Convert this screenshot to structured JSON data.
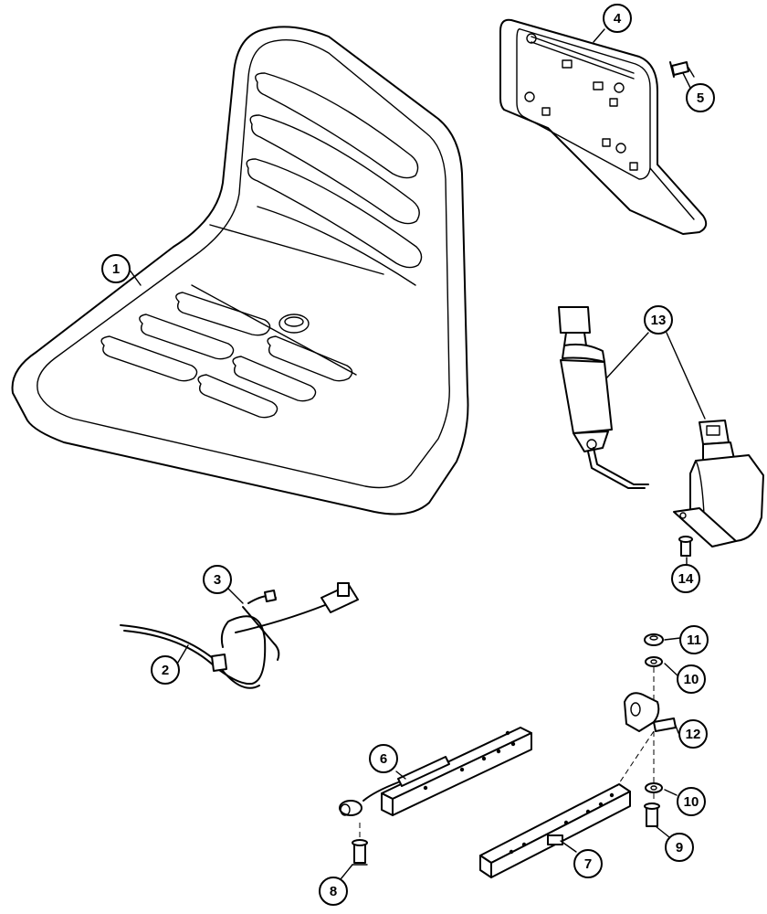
{
  "callouts": [
    {
      "id": "1",
      "label": "1"
    },
    {
      "id": "2",
      "label": "2"
    },
    {
      "id": "3",
      "label": "3"
    },
    {
      "id": "4",
      "label": "4"
    },
    {
      "id": "5",
      "label": "5"
    },
    {
      "id": "6",
      "label": "6"
    },
    {
      "id": "7",
      "label": "7"
    },
    {
      "id": "8",
      "label": "8"
    },
    {
      "id": "9",
      "label": "9"
    },
    {
      "id": "10a",
      "label": "10"
    },
    {
      "id": "10b",
      "label": "10"
    },
    {
      "id": "11",
      "label": "11"
    },
    {
      "id": "12",
      "label": "12"
    },
    {
      "id": "13",
      "label": "13"
    },
    {
      "id": "14",
      "label": "14"
    }
  ]
}
